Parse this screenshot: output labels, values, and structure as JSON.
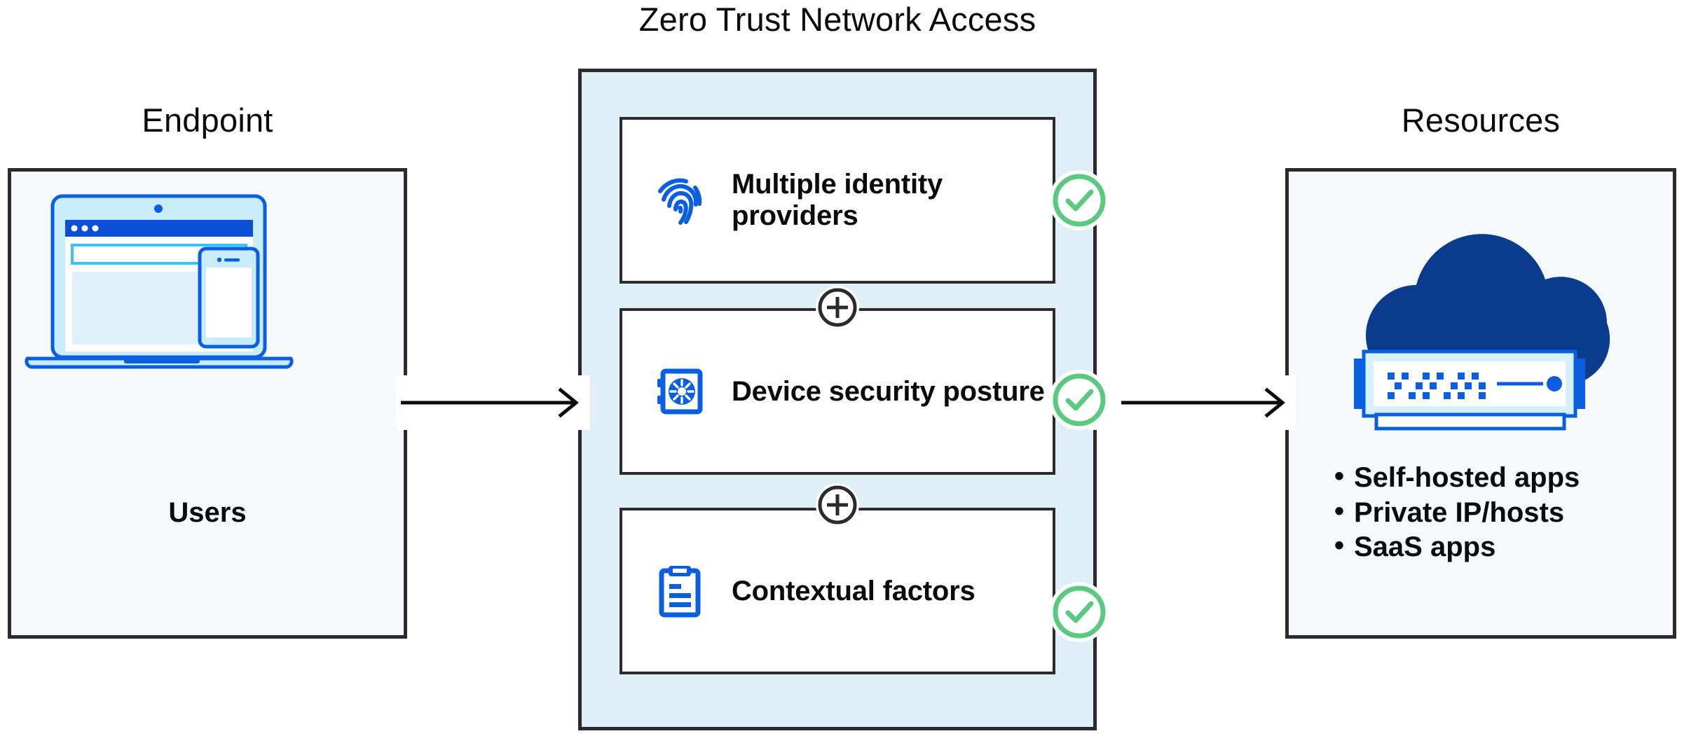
{
  "diagram": {
    "title": "Zero Trust Network Access",
    "colors": {
      "brand_blue": "#0a5fe0",
      "deep_navy": "#0b3b8c",
      "panel_light": "#f5f9fb",
      "panel_ztna": "#deeff8",
      "check_green": "#5bc97e",
      "outline": "#2b2b2f",
      "screen_tint": "#c9ecfb"
    }
  },
  "endpoint": {
    "title": "Endpoint",
    "caption": "Users",
    "devices": [
      "laptop-device",
      "phone-device"
    ]
  },
  "ztna": {
    "title": "Zero Trust Network Access",
    "cards": [
      {
        "icon": "fingerprint-icon",
        "label": "Multiple identity providers",
        "status": "approved"
      },
      {
        "icon": "vault-icon",
        "label": "Device security posture",
        "status": "approved"
      },
      {
        "icon": "clipboard-icon",
        "label": "Contextual factors",
        "status": "approved"
      }
    ],
    "connectors": [
      "plus-icon",
      "plus-icon"
    ],
    "status_icons": [
      "check-circle-icon",
      "check-circle-icon",
      "check-circle-icon"
    ]
  },
  "resources": {
    "title": "Resources",
    "artwork": [
      "cloud-icon",
      "server-icon"
    ],
    "items": [
      "Self-hosted apps",
      "Private IP/hosts",
      "SaaS apps"
    ],
    "bullet": "•"
  },
  "flow": {
    "arrows": [
      {
        "name": "endpoint-to-ztna-arrow",
        "direction": "right"
      },
      {
        "name": "ztna-to-resources-arrow",
        "direction": "right"
      }
    ]
  }
}
